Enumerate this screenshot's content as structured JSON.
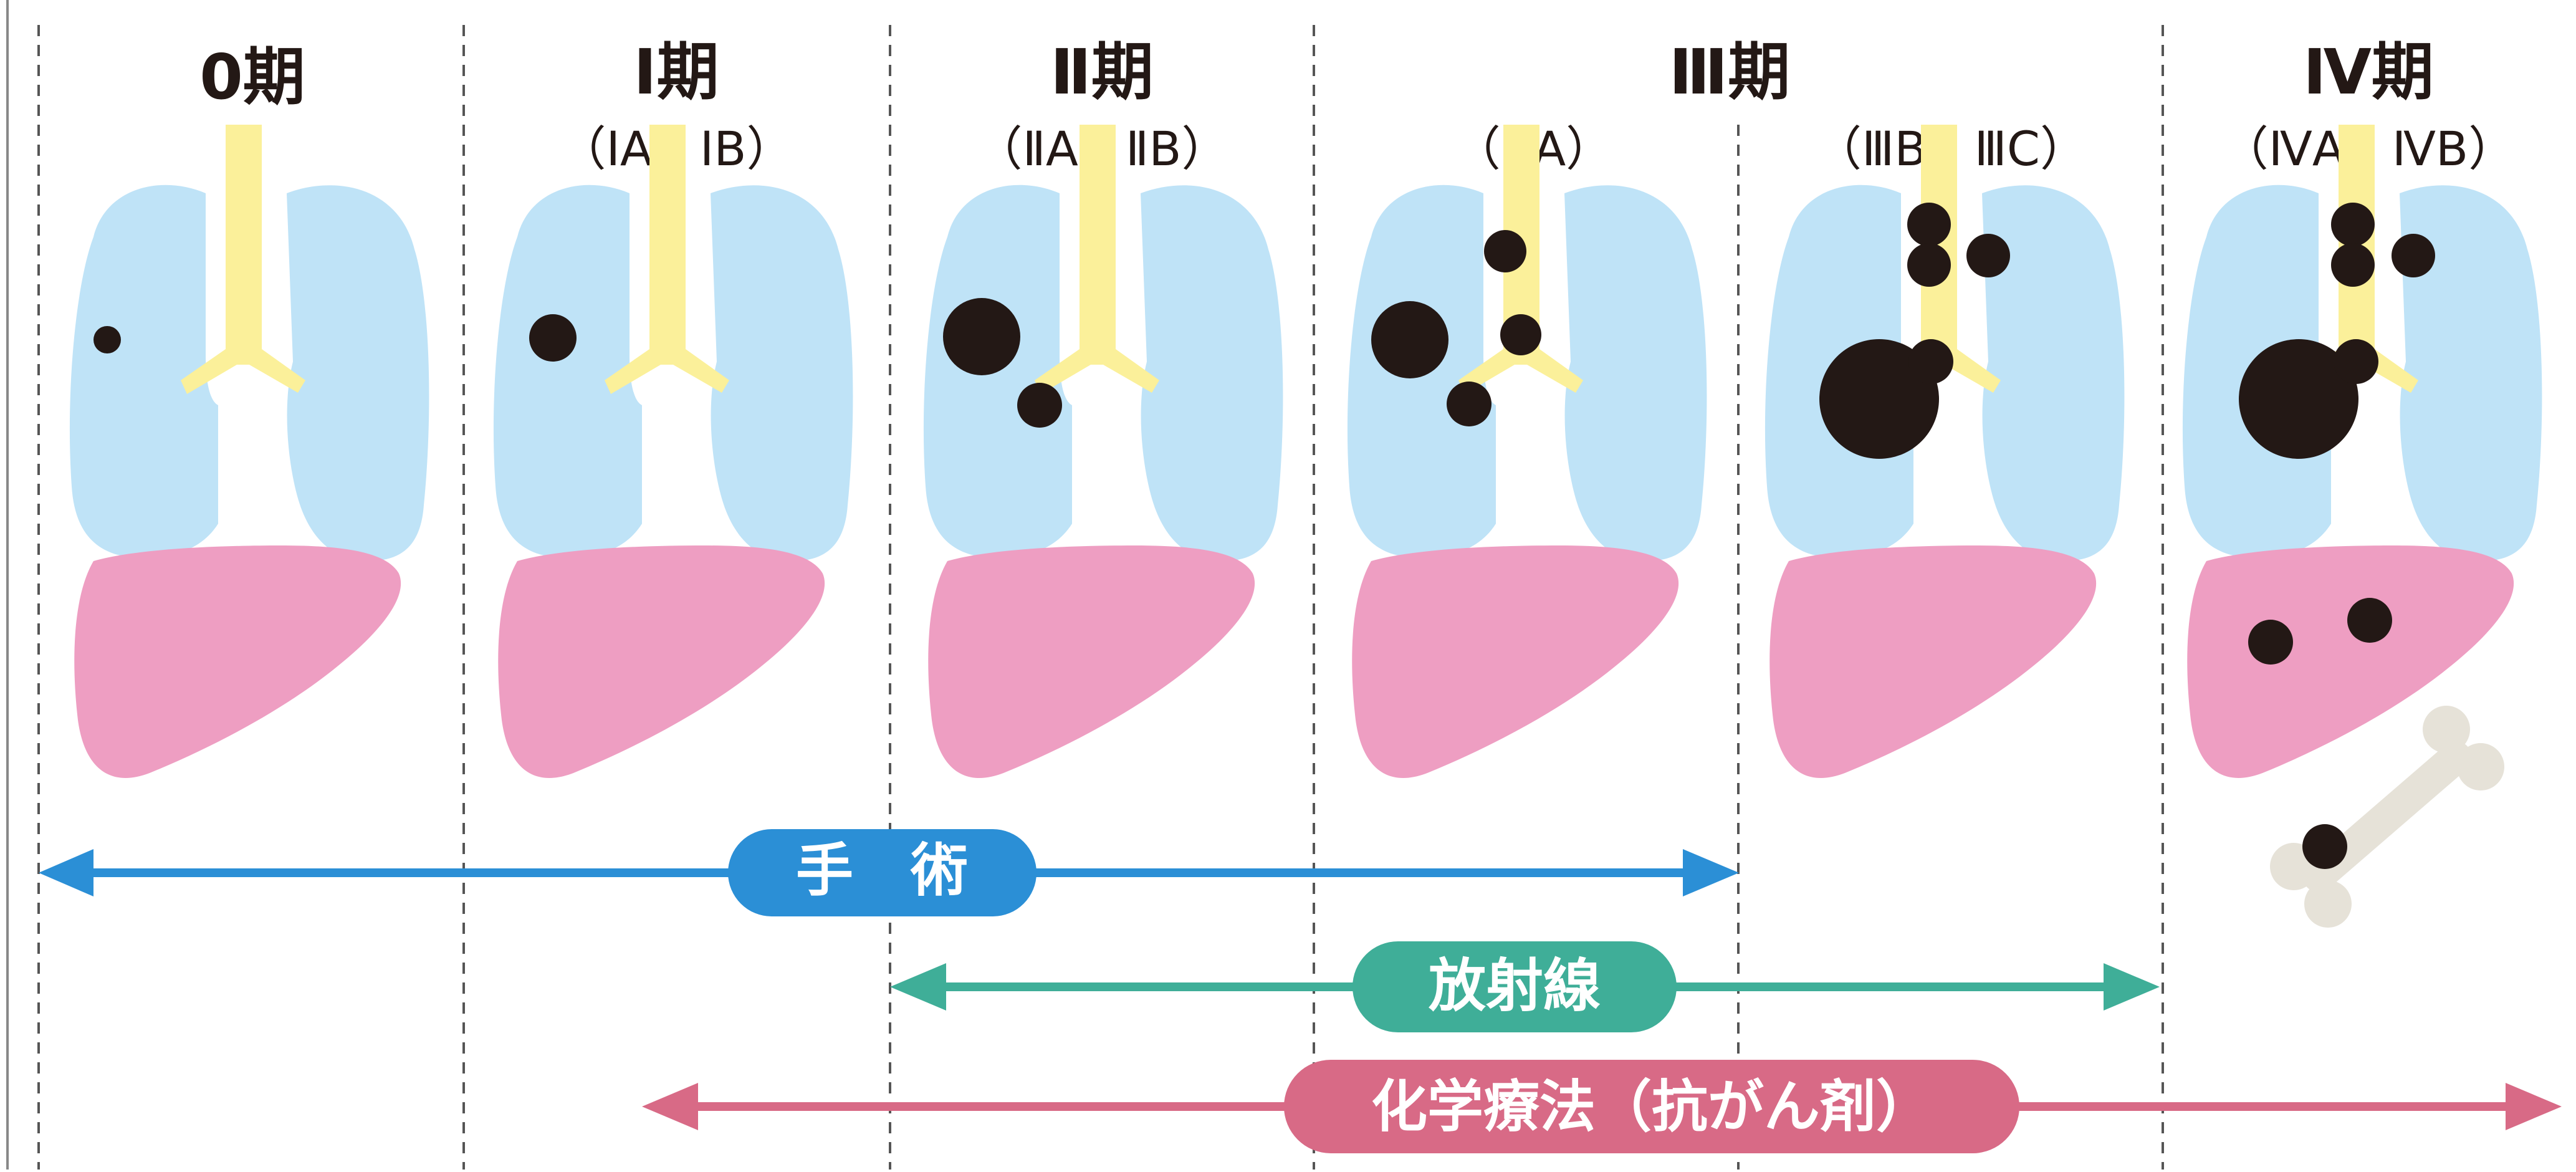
{
  "stages": [
    {
      "title": "0期",
      "substage": ""
    },
    {
      "title": "Ⅰ期",
      "substage": "（ⅠA、ⅠB）"
    },
    {
      "title": "Ⅱ期",
      "substage": "（ⅡA、ⅡB）"
    },
    {
      "title": "Ⅲ期",
      "substage": ""
    },
    {
      "title": "",
      "substage": "（ⅢA）"
    },
    {
      "title": "",
      "substage": "（ⅢB、ⅢC）"
    },
    {
      "title": "Ⅳ期",
      "substage": "（ⅣA、ⅣB）"
    }
  ],
  "treatments": {
    "surgery": "手　術",
    "radiation": "放射線",
    "chemo": "化学療法（抗がん剤）"
  },
  "colors": {
    "lung": "#bfe3f7",
    "trachea": "#fbf09a",
    "liver": "#ee9ec2",
    "tumor": "#231815",
    "bone": "#e6e2d8",
    "surgery": "#2b8fd6",
    "radiation": "#3fae98",
    "chemo": "#d86a86",
    "divider": "#555555"
  }
}
